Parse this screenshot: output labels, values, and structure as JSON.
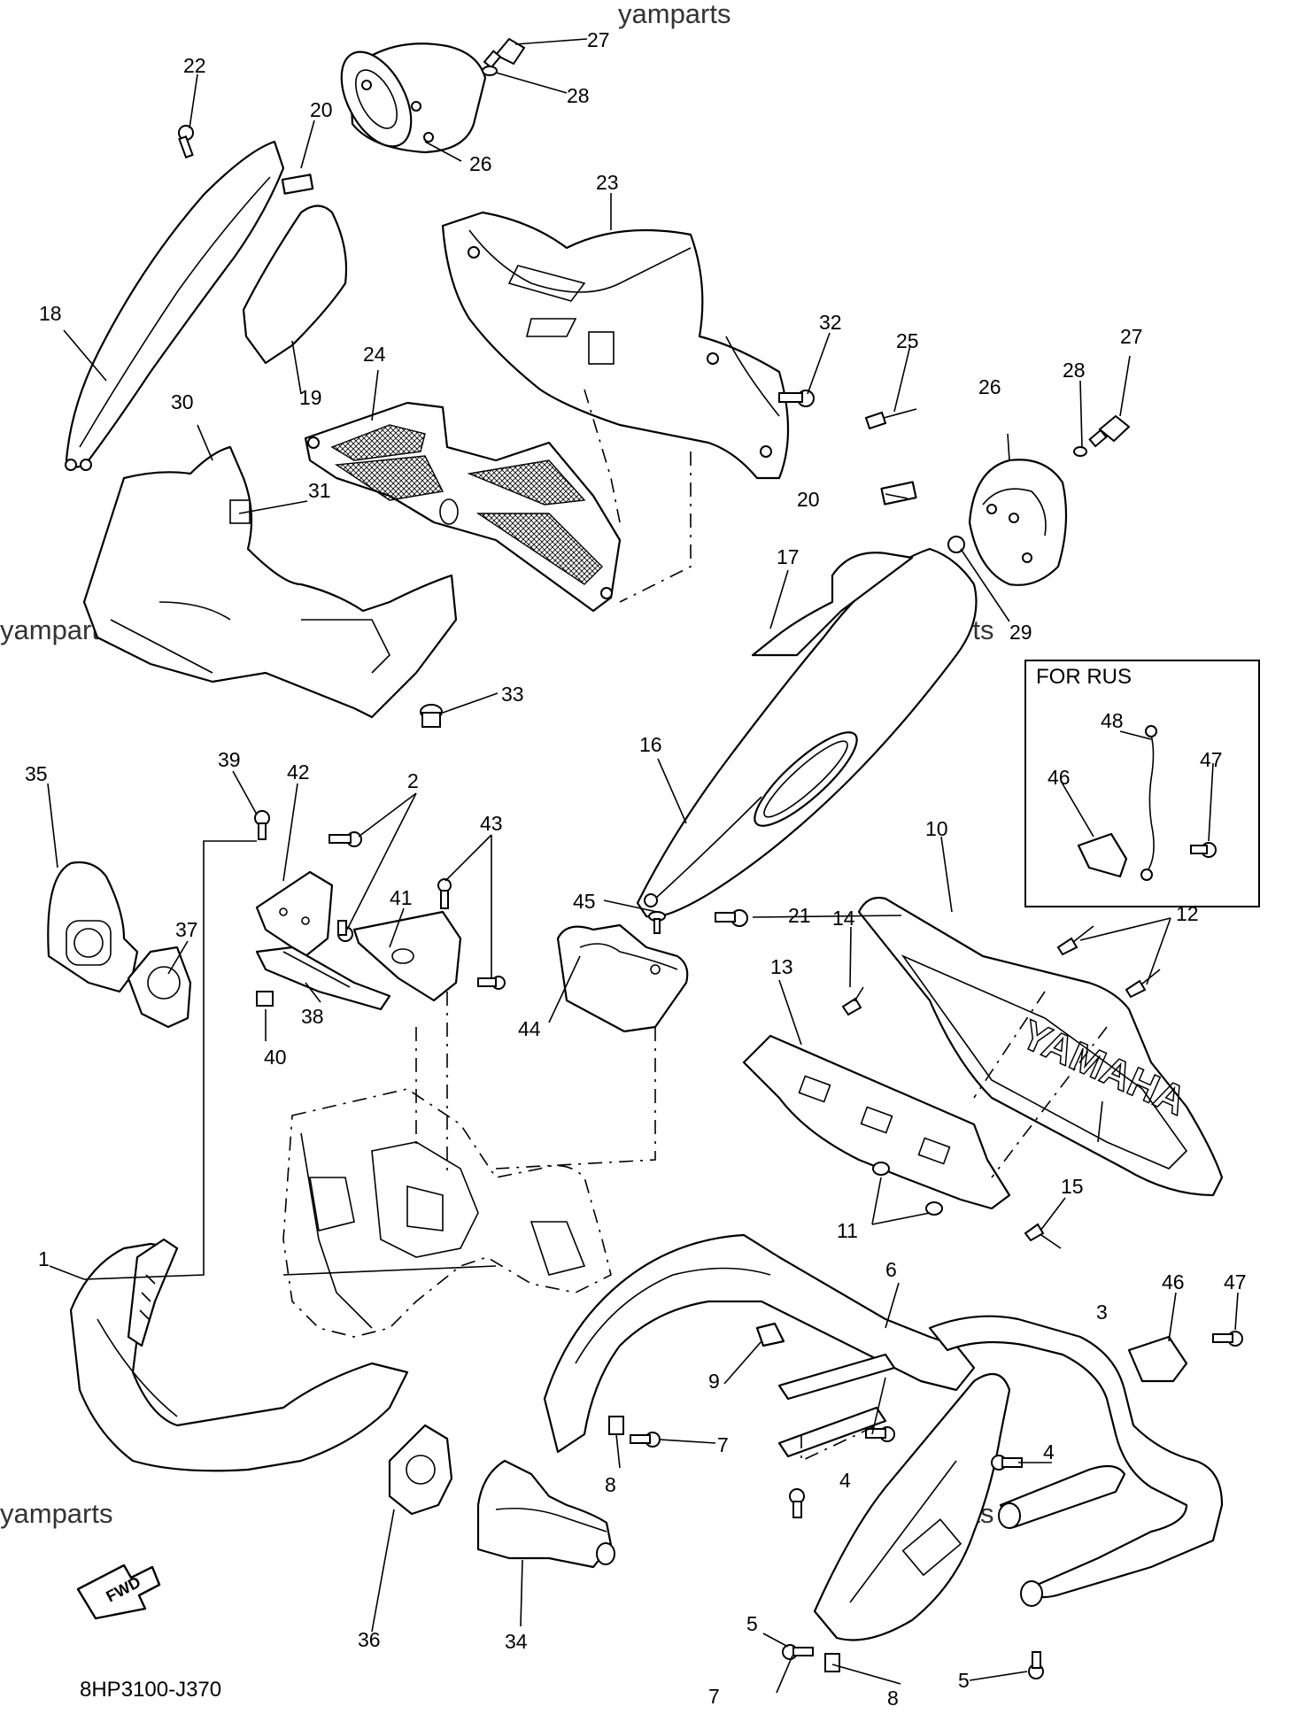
{
  "watermarks": [
    "yamparts",
    "yamparts",
    "yamparts",
    "yamparts",
    "yamparts"
  ],
  "diagram_code": "8HP3100-J370",
  "fwd_label": "FWD",
  "inset": {
    "title": "FOR RUS",
    "labels": [
      "48",
      "46",
      "47"
    ]
  },
  "callouts": [
    "1",
    "2",
    "3",
    "4",
    "4",
    "5",
    "5",
    "6",
    "7",
    "7",
    "8",
    "8",
    "9",
    "10",
    "11",
    "12",
    "13",
    "14",
    "15",
    "16",
    "17",
    "18",
    "19",
    "20",
    "20",
    "21",
    "22",
    "23",
    "24",
    "25",
    "26",
    "26",
    "27",
    "27",
    "28",
    "28",
    "29",
    "30",
    "31",
    "32",
    "33",
    "34",
    "35",
    "36",
    "37",
    "38",
    "39",
    "40",
    "41",
    "42",
    "43",
    "44",
    "45",
    "46",
    "47"
  ]
}
